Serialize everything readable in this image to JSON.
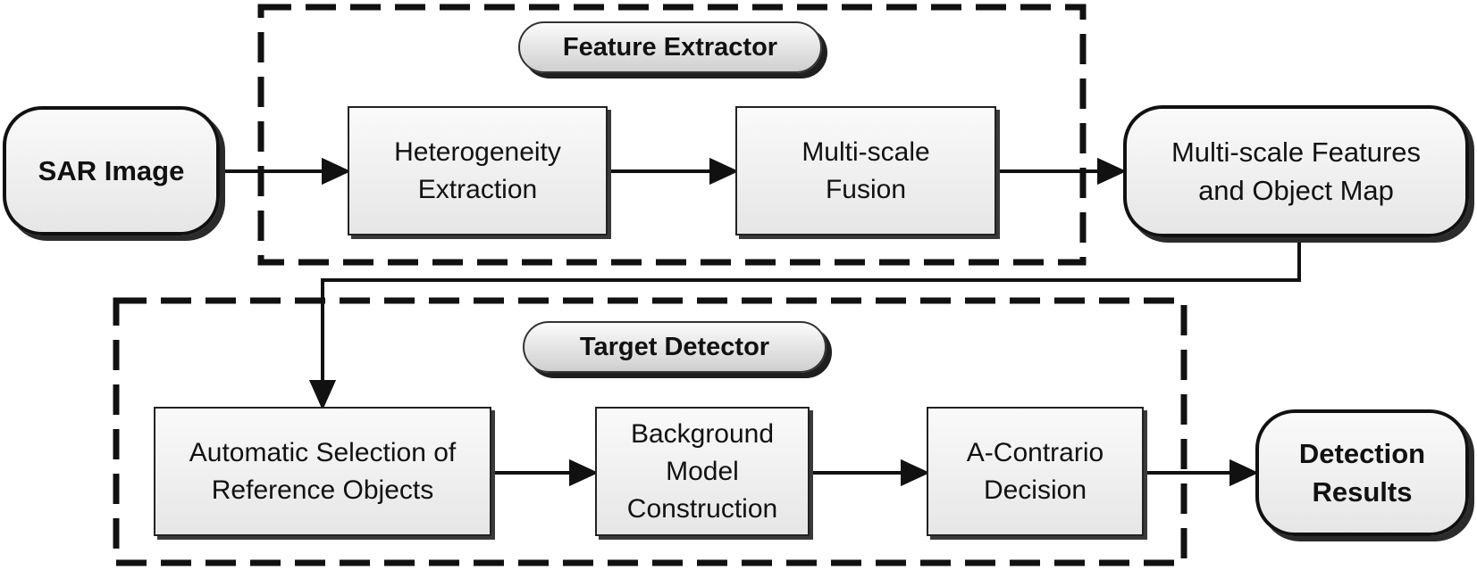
{
  "groups": {
    "feature_extractor": {
      "title": "Feature Extractor"
    },
    "target_detector": {
      "title": "Target Detector"
    }
  },
  "nodes": {
    "sar_image": "SAR Image",
    "heterogeneity": "Heterogeneity\nExtraction",
    "fusion": "Multi-scale\nFusion",
    "features_map": "Multi-scale Features\nand Object Map",
    "auto_selection": "Automatic Selection of\nReference Objects",
    "background_model": "Background\nModel\nConstruction",
    "a_contrario": "A-Contrario\nDecision",
    "detection_results": "Detection\nResults"
  }
}
